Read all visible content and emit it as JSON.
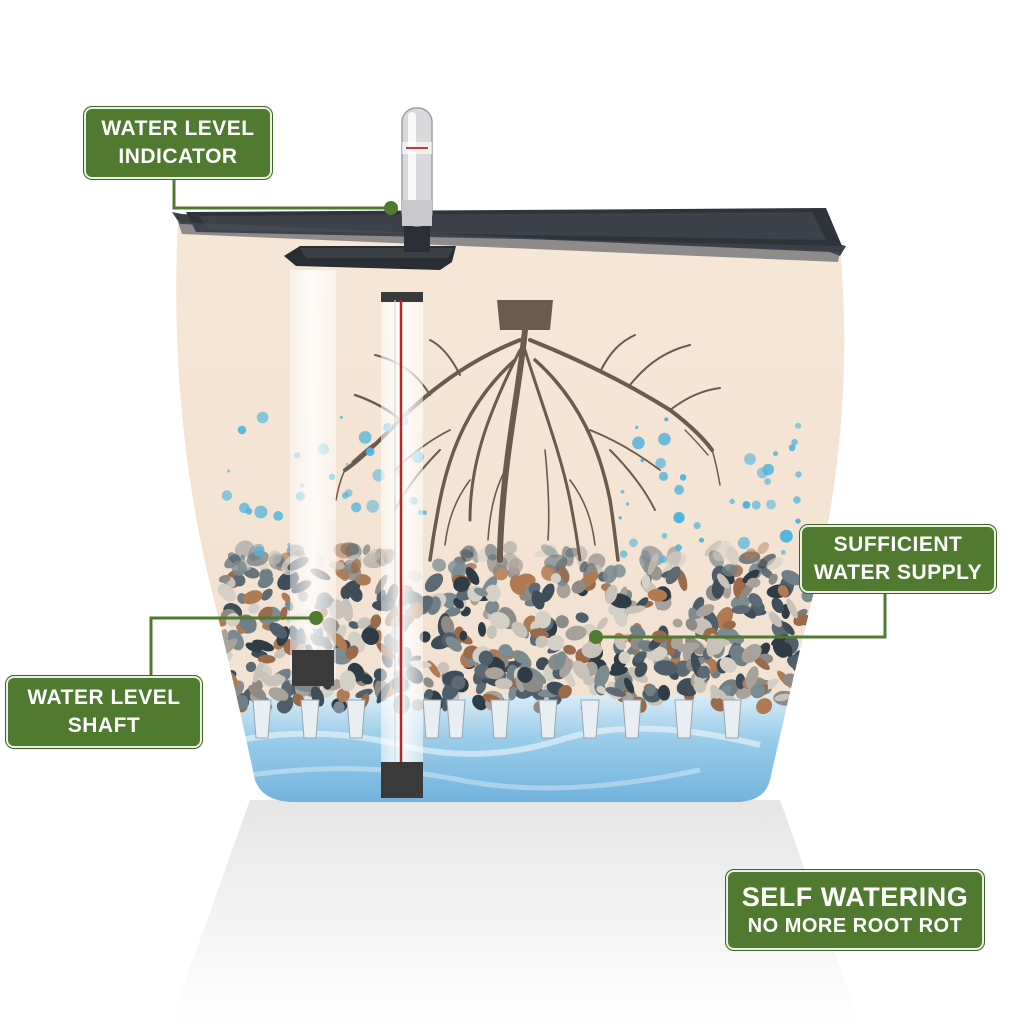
{
  "callouts": {
    "water_level_indicator": {
      "line1": "WATER LEVEL",
      "line2": "INDICATOR"
    },
    "water_level_shaft": {
      "line1": "WATER LEVEL",
      "line2": "SHAFT"
    },
    "sufficient_water_supply": {
      "line1": "SUFFICIENT",
      "line2": "WATER SUPPLY"
    },
    "self_watering": {
      "line1": "SELF WATERING",
      "line2": "NO MORE ROOT ROT"
    }
  },
  "colors": {
    "callout_fill": "#4f7a2f",
    "pot_body": "#f6e6d6",
    "reservoir_water": "#8fc3e6",
    "bubbles": "#4fb3dd",
    "roots": "#6b5a4e",
    "pot_rim": "#3b3f47"
  }
}
